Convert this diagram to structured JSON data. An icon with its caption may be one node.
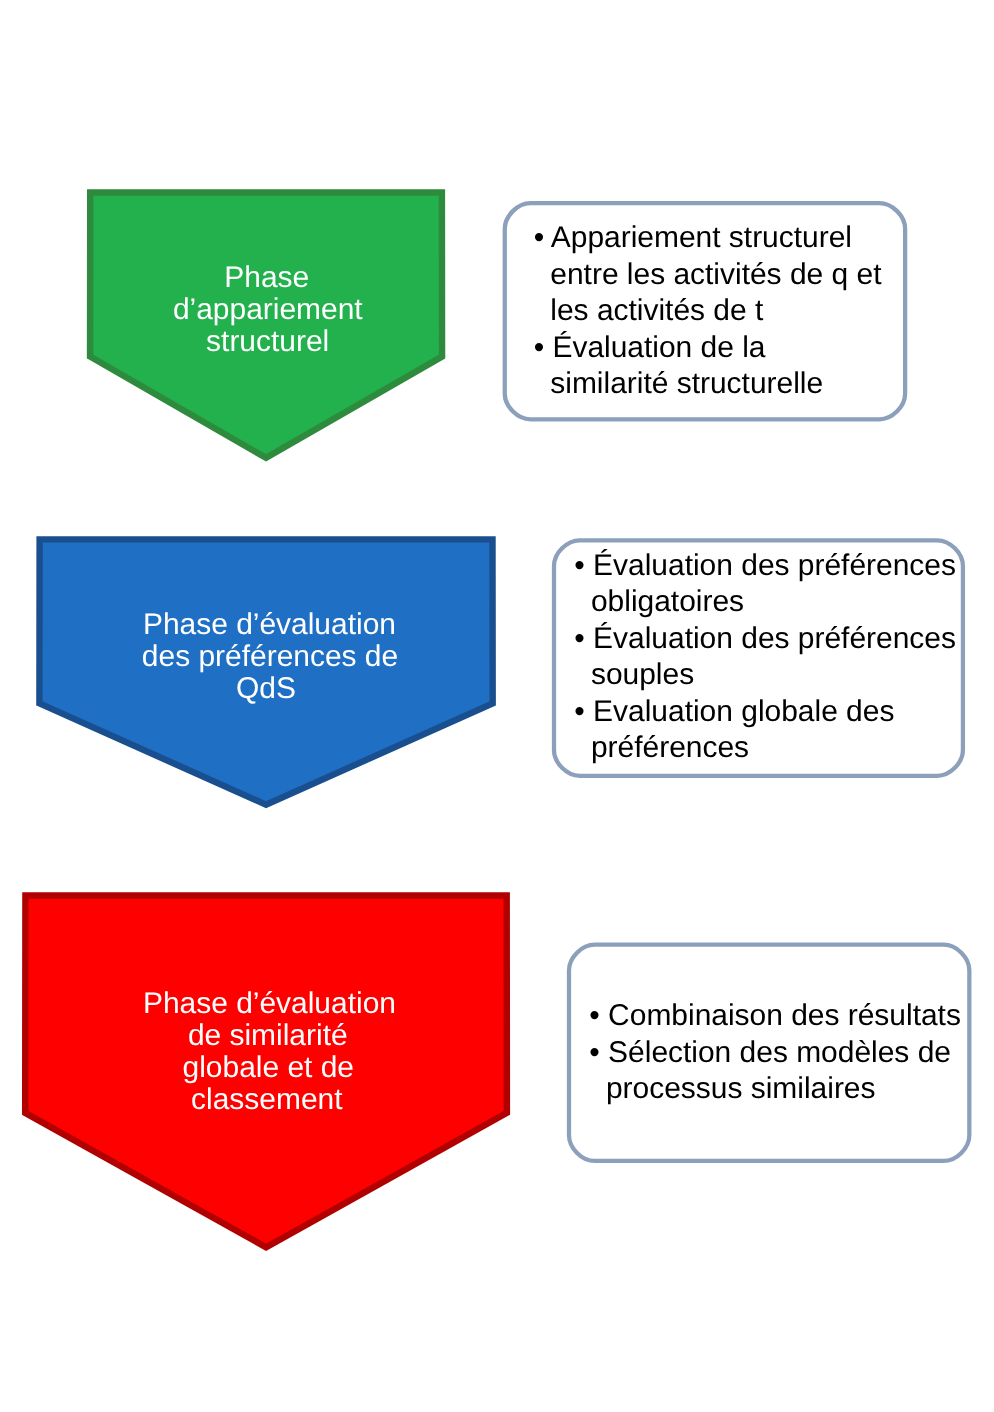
{
  "diagram": {
    "nodes": [
      {
        "text": [
          "Phase d’appariement structurel"
        ]
      },
      {
        "text": [
          "• Appariement structurel entre les activités de q et les activités de t",
          "• Évaluation de la similarité structurelle"
        ]
      },
      {
        "text": [
          "Phase d’évaluation des préférences de QdS"
        ]
      },
      {
        "text": [
          "• Évaluation des préférences obligatoires",
          "• Évaluation des préférences souples",
          "• Evaluation globale des préférences"
        ]
      },
      {
        "text": [
          "Phase d’évaluation de similarité globale et de classement"
        ]
      },
      {
        "text": [
          "• Combinaison des résultats",
          "• Sélection des modèles de processus similaires"
        ]
      }
    ],
    "edges": []
  }
}
